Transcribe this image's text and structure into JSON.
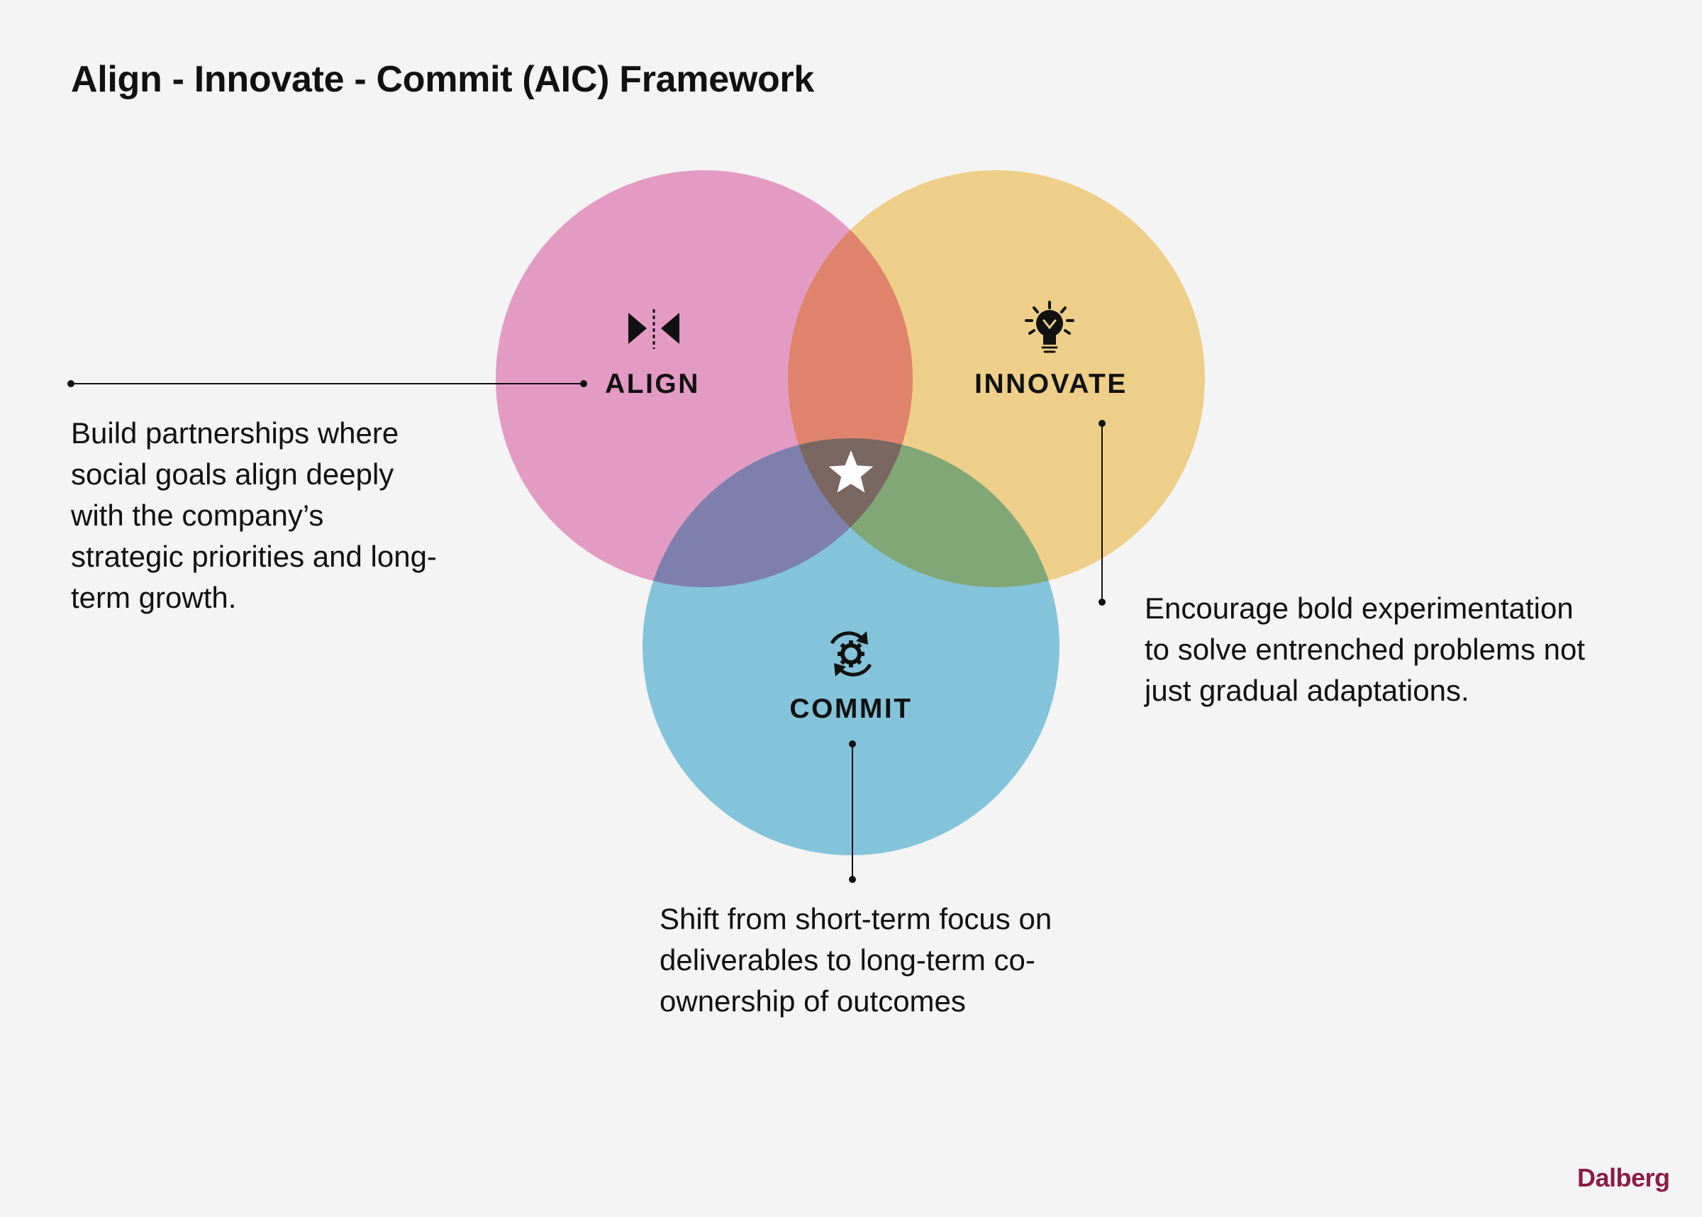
{
  "title": "Align - Innovate - Commit (AIC) Framework",
  "circles": {
    "align": {
      "label": "ALIGN",
      "icon": "converge-arrows-icon",
      "color": "#e39bc3",
      "description": "Build partnerships where social goals align deeply with the company’s strategic priorities and long-term growth."
    },
    "innovate": {
      "label": "INNOVATE",
      "icon": "lightbulb-icon",
      "color": "#eecf89",
      "description": "Encourage bold experimentation to solve entrenched problems not just gradual adaptations."
    },
    "commit": {
      "label": "COMMIT",
      "icon": "cycle-gear-icon",
      "color": "#84c4da",
      "description": "Shift from short-term focus on deliverables to long-term co-ownership of outcomes"
    }
  },
  "overlap_colors": {
    "align_innovate": "#e0836c",
    "align_commit": "#7f7fae",
    "innovate_commit": "#82a777",
    "center": "#7a6761"
  },
  "center_icon": "star-icon",
  "brand": {
    "name": "Dalberg",
    "color": "#8a1d46"
  }
}
